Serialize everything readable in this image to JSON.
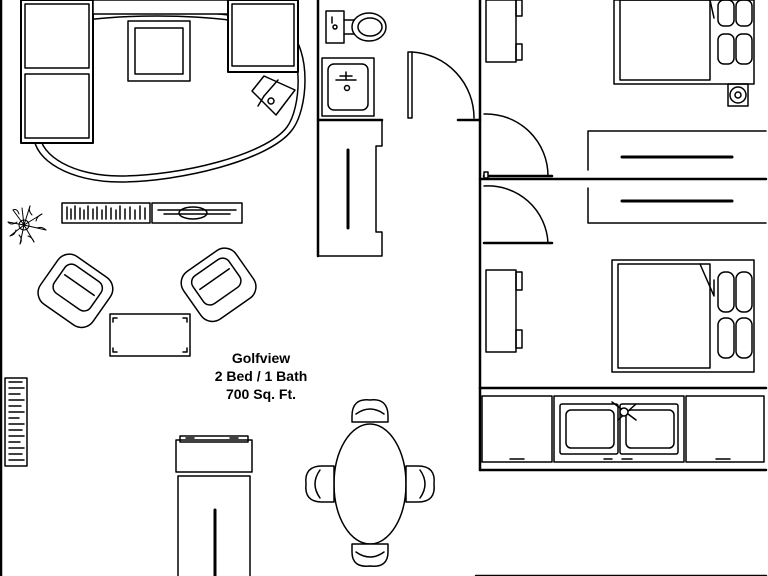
{
  "plan": {
    "name": "Golfview",
    "layout": "2 Bed / 1 Bath",
    "area": "700 Sq. Ft."
  },
  "colors": {
    "line": "#000000",
    "background": "#ffffff"
  }
}
